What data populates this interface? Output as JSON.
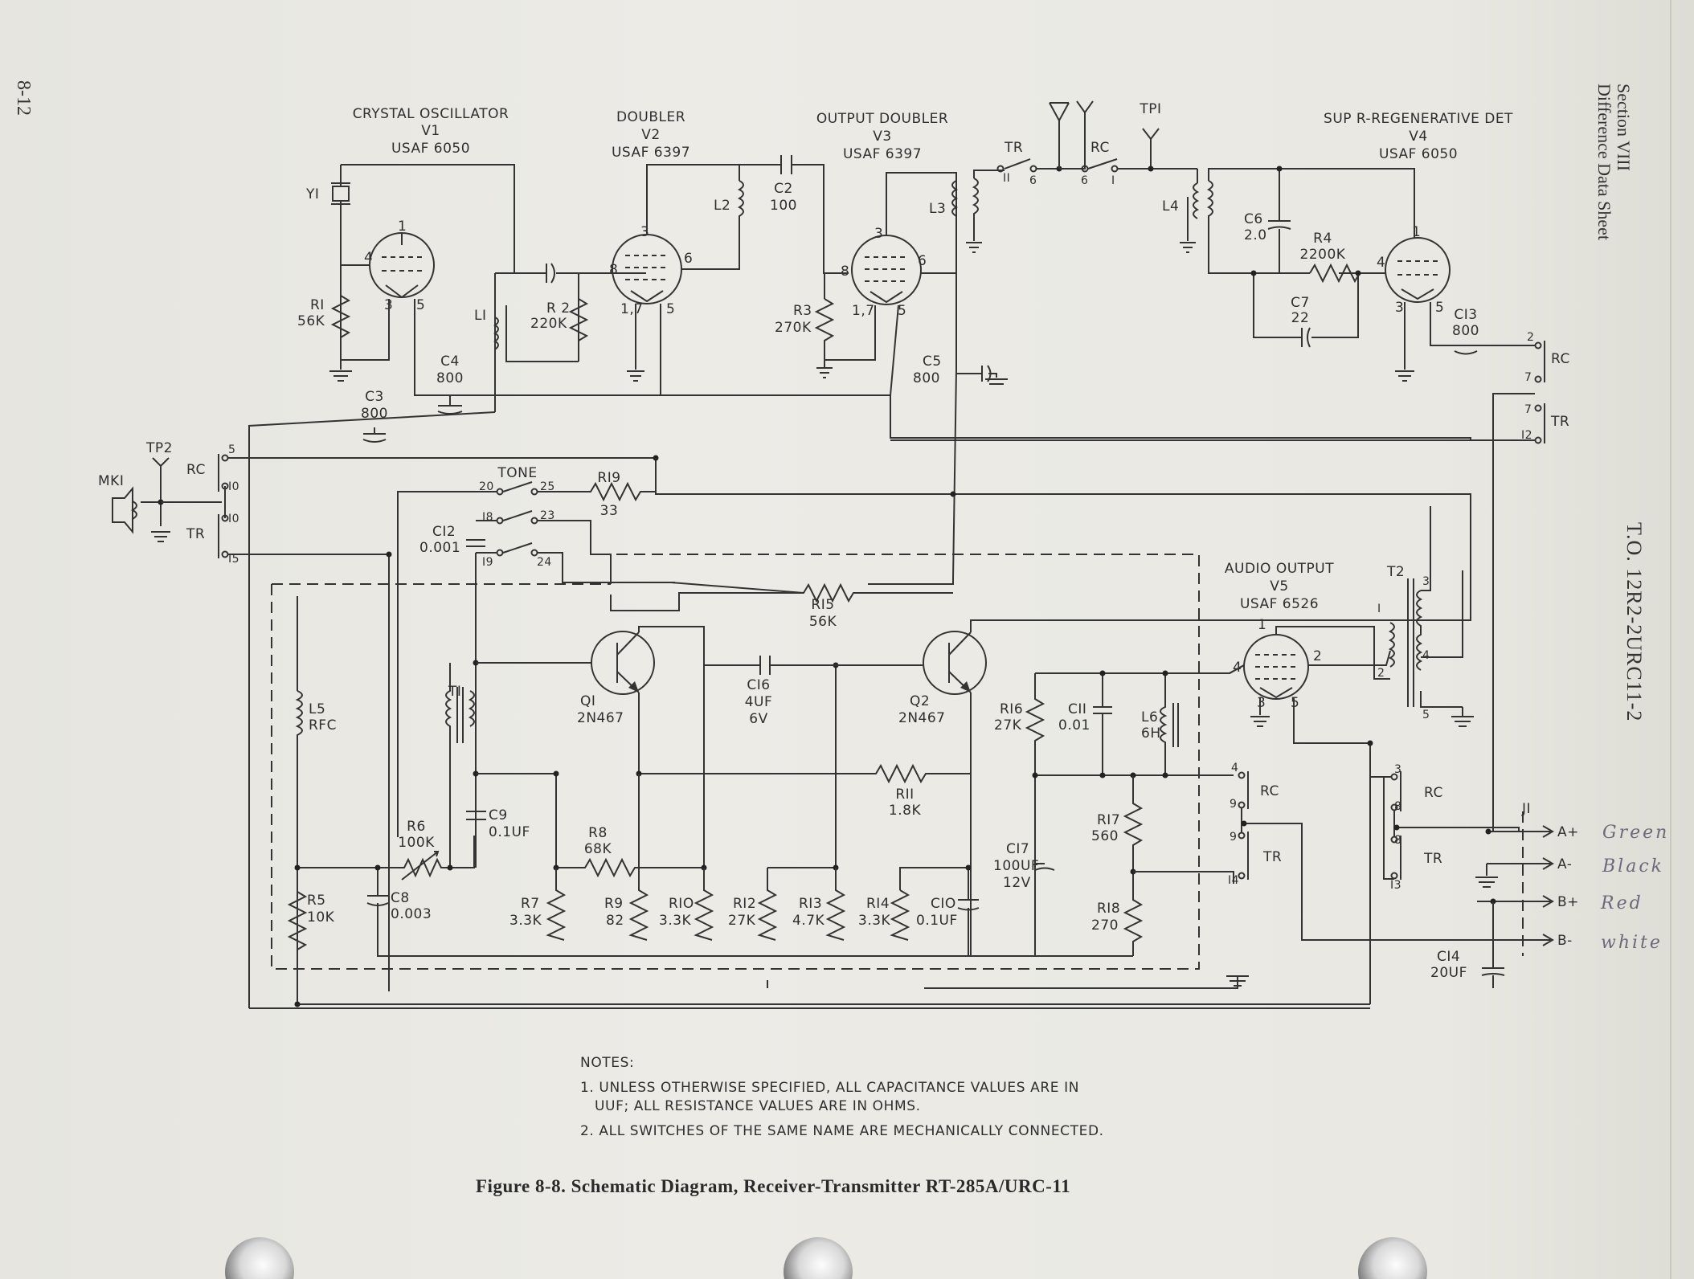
{
  "page": {
    "page_number": "8-12",
    "section": "Section VIII",
    "section_subtitle": "Difference Data Sheet",
    "tech_order": "T.O. 12R2-2URC11-2",
    "caption": "Figure 8-8.   Schematic Diagram, Receiver-Transmitter RT-285A/URC-11"
  },
  "notes": {
    "heading": "NOTES:",
    "note1_line1": "1. UNLESS OTHERWISE SPECIFIED, ALL CAPACITANCE VALUES ARE IN",
    "note1_line2": "UUF; ALL RESISTANCE VALUES ARE IN OHMS.",
    "note2": "2. ALL SWITCHES OF THE SAME NAME ARE MECHANICALLY CONNECTED."
  },
  "stages": {
    "v1": [
      "CRYSTAL OSCILLATOR",
      "V1",
      "USAF 6050"
    ],
    "v2": [
      "DOUBLER",
      "V2",
      "USAF 6397"
    ],
    "v3": [
      "OUTPUT DOUBLER",
      "V3",
      "USAF 6397"
    ],
    "v4": [
      "SUP R-REGENERATIVE DET",
      "V4",
      "USAF 6050"
    ],
    "v5": [
      "AUDIO OUTPUT",
      "V5",
      "USAF 6526"
    ]
  },
  "components": {
    "Y1": "YI",
    "R1": [
      "RI",
      "56K"
    ],
    "L1": "LI",
    "R2": [
      "R 2",
      "220K"
    ],
    "C4": [
      "C4",
      "800"
    ],
    "C3": [
      "C3",
      "800"
    ],
    "L2": "L2",
    "C2": [
      "C2",
      "100"
    ],
    "R3": [
      "R3",
      "270K"
    ],
    "L3": "L3",
    "C5": [
      "C5",
      "800"
    ],
    "TP1": "TPI",
    "L4": "L4",
    "C6": [
      "C6",
      "2.0"
    ],
    "R4": [
      "R4",
      "2200K"
    ],
    "C7": [
      "C7",
      "22"
    ],
    "C13": [
      "CI3",
      "800"
    ],
    "TP2": "TP2",
    "MK1": "MKI",
    "TONE": "TONE",
    "R19": [
      "RI9",
      "33"
    ],
    "C12": [
      "CI2",
      "0.001"
    ],
    "R15": [
      "RI5",
      "56K"
    ],
    "T1": "TI",
    "T2": "T2",
    "L5": [
      "L5",
      "RFC"
    ],
    "Q1": [
      "QI",
      "2N467"
    ],
    "Q2": [
      "Q2",
      "2N467"
    ],
    "C16": [
      "CI6",
      "4UF",
      "6V"
    ],
    "R16": [
      "RI6",
      "27K"
    ],
    "C11": [
      "CII",
      "0.01"
    ],
    "L6": [
      "L6",
      "6H"
    ],
    "R11": [
      "RII",
      "1.8K"
    ],
    "C9": [
      "C9",
      "0.1UF"
    ],
    "R6": [
      "R6",
      "100K"
    ],
    "R8": [
      "R8",
      "68K"
    ],
    "R5": [
      "R5",
      "10K"
    ],
    "C8": [
      "C8",
      "0.003"
    ],
    "R7": [
      "R7",
      "3.3K"
    ],
    "R9": [
      "R9",
      "82"
    ],
    "R10": [
      "RIO",
      "3.3K"
    ],
    "R12": [
      "RI2",
      "27K"
    ],
    "R13": [
      "RI3",
      "4.7K"
    ],
    "R14": [
      "RI4",
      "3.3K"
    ],
    "C10": [
      "CIO",
      "0.1UF"
    ],
    "C17": [
      "CI7",
      "100UF",
      "12V"
    ],
    "R17": [
      "RI7",
      "560"
    ],
    "R18": [
      "RI8",
      "270"
    ],
    "J1": "JI",
    "C14": [
      "CI4",
      "20UF"
    ]
  },
  "switch_labels": {
    "tr": "TR",
    "rc": "RC"
  },
  "terminals": {
    "j1": [
      "A+",
      "A-",
      "B+",
      "B-"
    ],
    "handwritten": [
      "Green",
      "Black",
      "Red",
      "white"
    ]
  }
}
